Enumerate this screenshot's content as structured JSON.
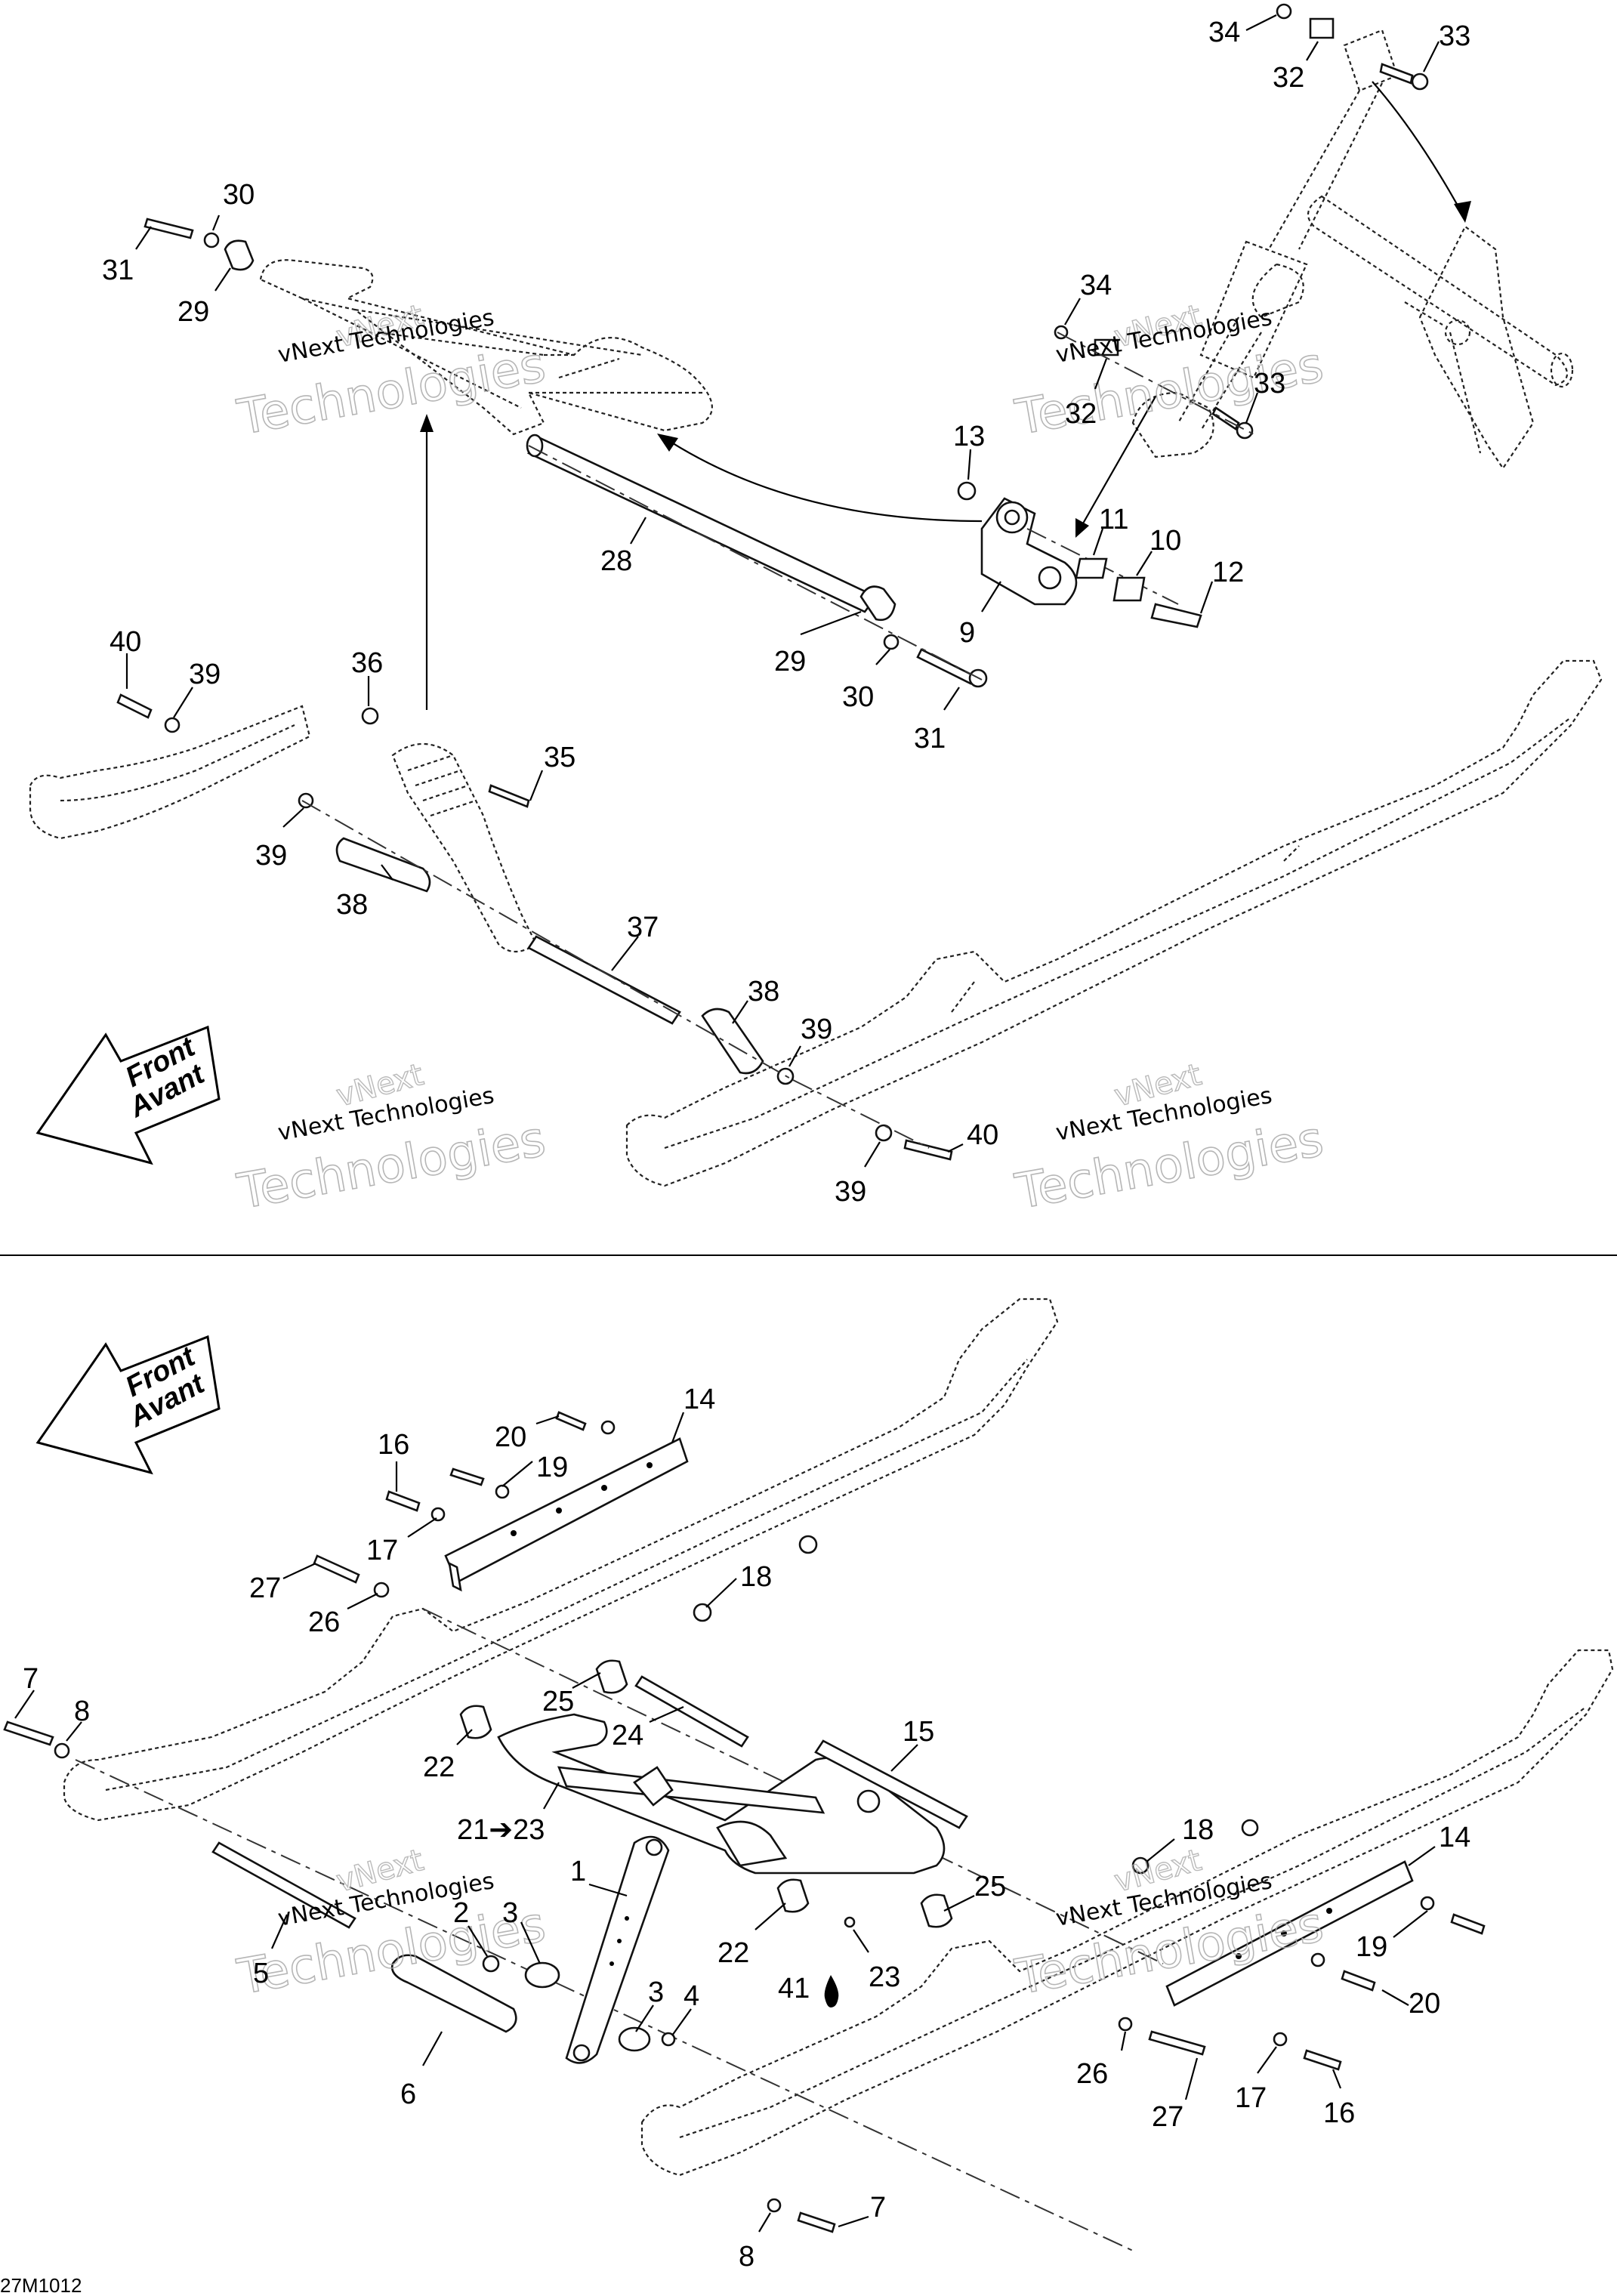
{
  "diagram": {
    "code": "27M1012",
    "direction_arrows": [
      {
        "line1": "Front",
        "line2": "Avant"
      },
      {
        "line1": "Front",
        "line2": "Avant"
      }
    ],
    "watermarks": [
      {
        "line1": "vNext Technologies",
        "line2": "Technologies",
        "ghost": "vNext"
      },
      {
        "line1": "vNext Technologies",
        "line2": "Technologies",
        "ghost": "vNext"
      },
      {
        "line1": "vNext Technologies",
        "line2": "Technologies",
        "ghost": "vNext"
      },
      {
        "line1": "vNext Technologies",
        "line2": "Technologies",
        "ghost": "vNext"
      },
      {
        "line1": "vNext Technologies",
        "line2": "Technologies",
        "ghost": "vNext"
      },
      {
        "line1": "vNext Technologies",
        "line2": "Technologies",
        "ghost": "vNext"
      }
    ],
    "top_callouts": [
      "34",
      "33",
      "32",
      "30",
      "31",
      "29",
      "34",
      "33",
      "32",
      "13",
      "11",
      "10",
      "12",
      "9",
      "28",
      "29",
      "30",
      "31",
      "40",
      "39",
      "36",
      "35",
      "39",
      "38",
      "37",
      "38",
      "39",
      "40",
      "39"
    ],
    "bottom_callouts": [
      "14",
      "20",
      "16",
      "19",
      "17",
      "18",
      "27",
      "26",
      "7",
      "8",
      "25",
      "24",
      "22",
      "15",
      "21➔23",
      "18",
      "14",
      "1",
      "2",
      "3",
      "25",
      "22",
      "41",
      "23",
      "19",
      "20",
      "5",
      "3",
      "4",
      "6",
      "26",
      "17",
      "16",
      "27",
      "7",
      "8"
    ]
  }
}
